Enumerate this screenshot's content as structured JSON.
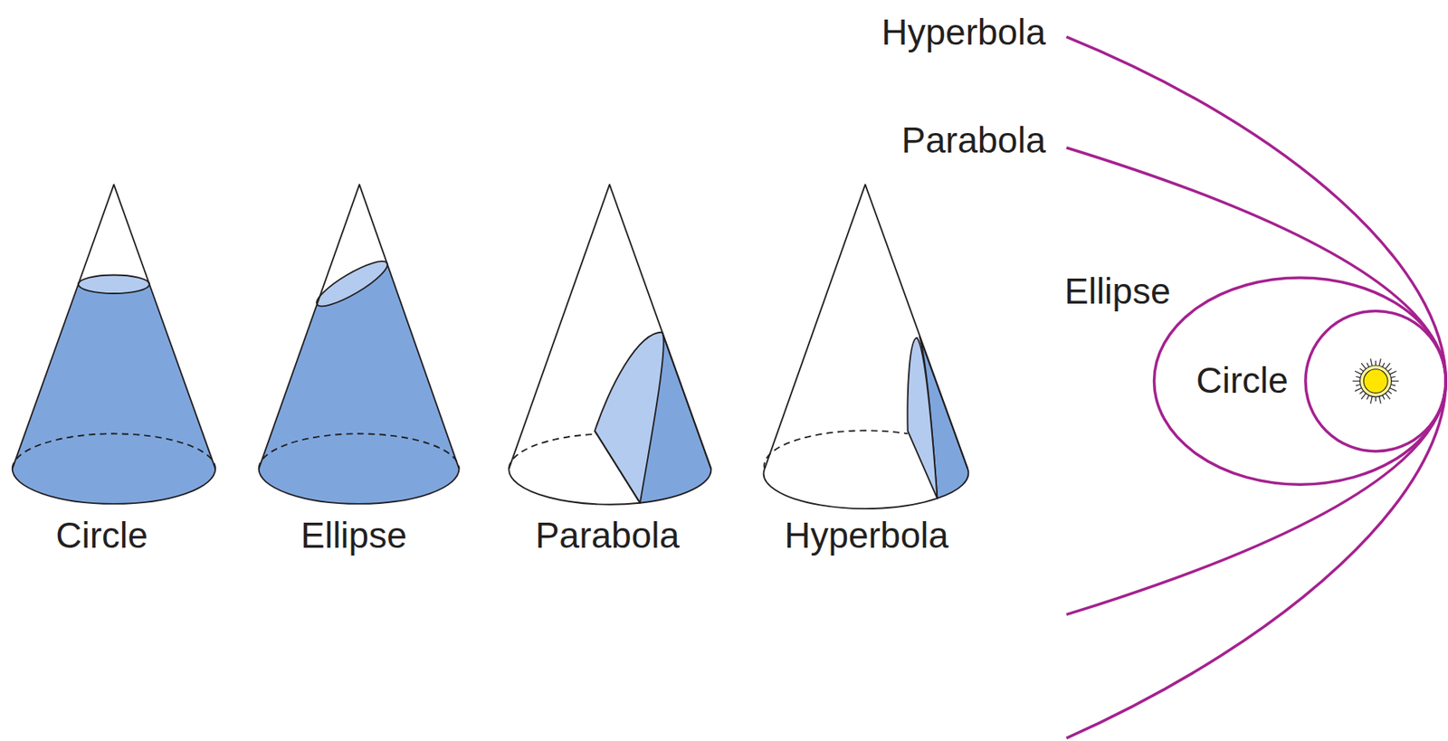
{
  "diagram": {
    "labels": [
      "Hyperbola",
      "Parabola",
      "Ellipse",
      "Circle",
      "Circle",
      "Ellipse",
      "Parabola",
      "Hyperbola"
    ]
  }
}
